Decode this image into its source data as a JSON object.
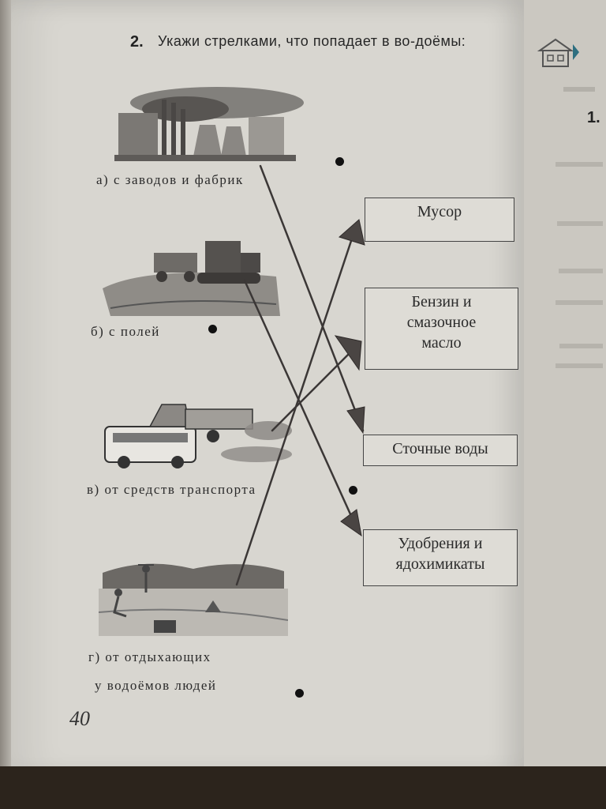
{
  "task": {
    "number": "2.",
    "text": "Укажи стрелками, что попадает в во-доёмы:"
  },
  "sources": [
    {
      "letter": "а)",
      "text": "с заводов и фабрик"
    },
    {
      "letter": "б)",
      "text": "с полей"
    },
    {
      "letter": "в)",
      "text": "от средств транспорта"
    },
    {
      "letter": "г)",
      "text": "от отдыхающих у водоёмов людей"
    }
  ],
  "labels": {
    "a": "а) с заводов и фабрик",
    "b": "б) с полей",
    "v": "в) от средств транспорта",
    "g1": "г) от отдыхающих",
    "g2": "у водоёмов людей"
  },
  "targets": {
    "musor": "Мусор",
    "benzin1": "Бензин и",
    "benzin2": "смазочное",
    "benzin3": "масло",
    "stochnye": "Сточные воды",
    "udobr1": "Удобрения и",
    "udobr2": "ядохимикаты"
  },
  "page_number": "40",
  "right_page_heading": "1.",
  "arrow_connections": [
    {
      "from": "а) с заводов и фабрик",
      "to": "Сточные воды"
    },
    {
      "from": "б) с полей",
      "to": "Удобрения и ядохимикаты"
    },
    {
      "from": "в) от средств транспорта",
      "to": "Бензин и смазочное масло"
    },
    {
      "from": "г) от отдыхающих у водоёмов людей",
      "to": "Мусор"
    }
  ],
  "colors": {
    "paper": "#d8d6d0",
    "ink": "#2a2a2a",
    "pencil": "#3b3736"
  },
  "icons": [
    "house-icon"
  ]
}
